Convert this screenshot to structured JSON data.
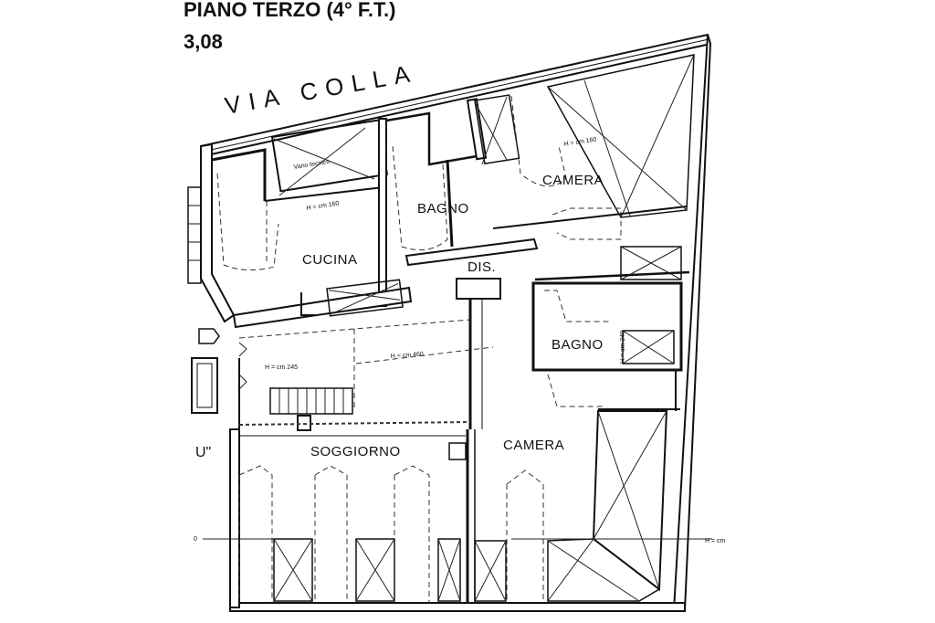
{
  "header": {
    "floor_title": "PIANO TERZO (4° F.T.)",
    "height_value": "3,08"
  },
  "street": {
    "name": "VIA COLLA"
  },
  "rooms": {
    "cucina": "CUCINA",
    "bagno_top": "BAGNO",
    "camera_top": "CAMERA",
    "dis": "DIS.",
    "bagno_right": "BAGNO",
    "soggiorno": "SOGGIORNO",
    "camera_bottom": "CAMERA"
  },
  "annotations": {
    "vano_tecnico": "Vano tecnico",
    "h_160_kitchen": "H = cm 160",
    "h_160_camera": "H = cm 160",
    "h_245": "H = cm 245",
    "h_460": "H = cm 460",
    "h_240": "H = cm 240",
    "h_side": "H = cm",
    "left_mark": "U\"",
    "left_tick": "0"
  }
}
